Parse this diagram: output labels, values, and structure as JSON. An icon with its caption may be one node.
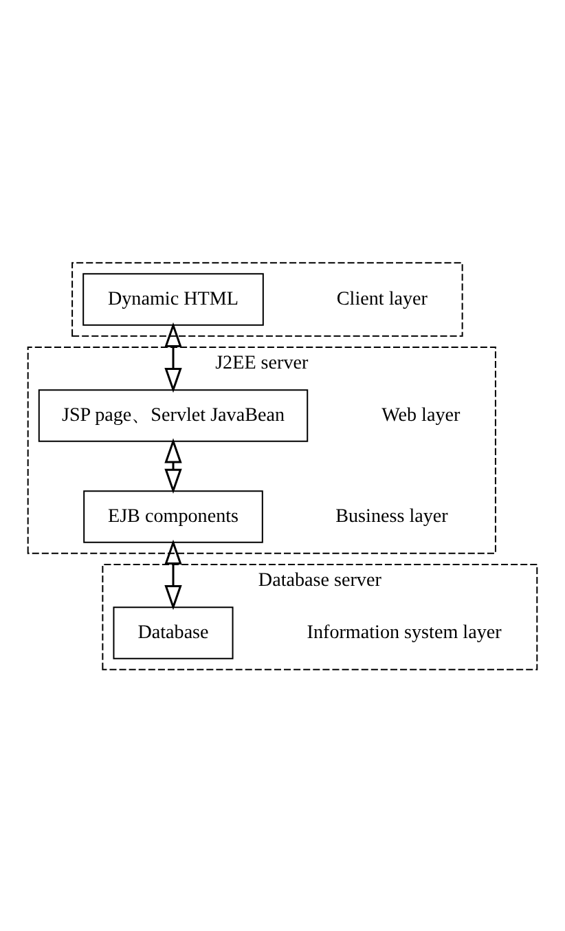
{
  "diagram": {
    "nodes": [
      {
        "text": [],
        "shape": "box"
      },
      {
        "text": [
          "Dynamic HTML"
        ],
        "in": 0,
        "beside": [
          "Client layer"
        ]
      },
      {
        "text": [
          "J2EE server"
        ]
      },
      {
        "text": [
          "JSP page、Servlet JavaBean"
        ],
        "in": 2,
        "beside": [
          "Web layer"
        ]
      },
      {
        "text": [
          "EJB components"
        ],
        "in": 2,
        "beside": [
          "Business layer"
        ]
      },
      {
        "text": [
          "Database server"
        ]
      },
      {
        "text": [
          "Database"
        ],
        "in": 5,
        "beside": [
          "Information system layer"
        ]
      }
    ],
    "edges": [
      {
        "from": 1,
        "to": 3,
        "arrow": "both"
      },
      {
        "from": 3,
        "to": 4,
        "arrow": "both"
      },
      {
        "from": 4,
        "to": 6,
        "arrow": "both"
      }
    ]
  }
}
